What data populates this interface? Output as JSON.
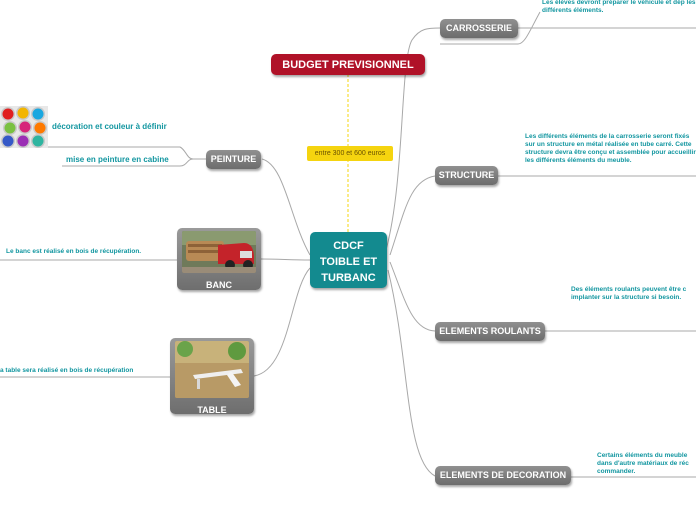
{
  "center": {
    "line1": "CDCF",
    "line2": "TOIBLE ET",
    "line3": "TURBANC"
  },
  "budget": {
    "title": "BUDGET PREVISIONNEL",
    "note": "entre 300 et 600 euros"
  },
  "branches": {
    "carrosserie": {
      "label": "CARROSSERIE",
      "note": "Les élèves devront préparer le véhicule et dép les différents éléments."
    },
    "structure": {
      "label": "STRUCTURE",
      "note": "Les différents éléments de la carrosserie seront fixés sur un structure en métal réalisée en tube carré. Cette structure devra être conçu et assemblée pour accueillir les différents éléments du meuble."
    },
    "roulants": {
      "label": "ELEMENTS ROULANTS",
      "note": "Des éléments roulants peuvent être c implanter sur la structure si besoin."
    },
    "decoration": {
      "label": "ELEMENTS DE DECORATION",
      "note": "Certains éléments du meuble dans d'autre matériaux de réc commander."
    },
    "peinture": {
      "label": "PEINTURE",
      "sub1": "décoration et couleur à définir",
      "sub2": "mise en peinture en cabine"
    },
    "banc": {
      "label": "BANC",
      "note": "Le banc est réalisé en bois de récupération."
    },
    "table": {
      "label": "TABLE",
      "note": "a table sera réalisé en bois de récupération"
    }
  },
  "colors": {
    "center": "#138a8f",
    "budget": "#b01228",
    "budget_note": "#f5d40f",
    "note_text": "#1296a0",
    "branch": "#7d7d7d"
  }
}
